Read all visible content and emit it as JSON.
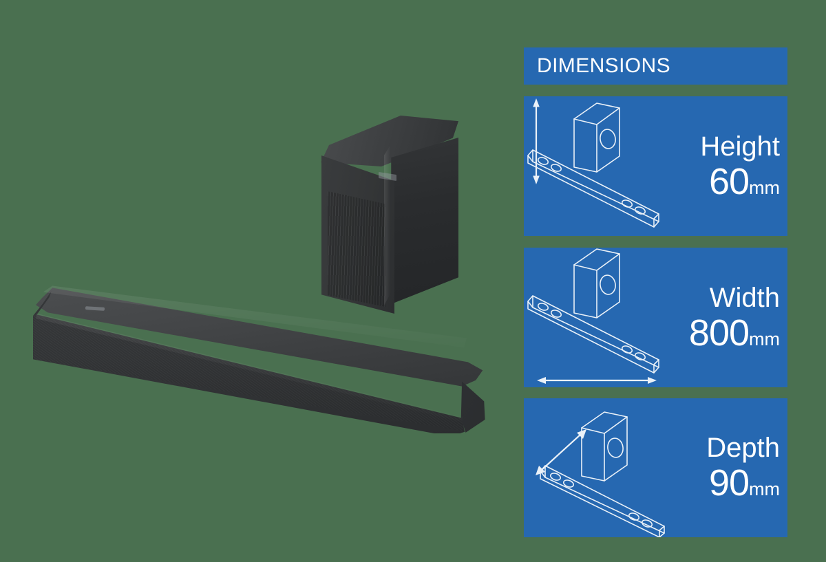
{
  "background_color": "#4a7050",
  "accent_color": "#2668b1",
  "text_color": "#ffffff",
  "panel": {
    "header": {
      "title": "DIMENSIONS"
    },
    "cards": [
      {
        "id": "height",
        "label": "Height",
        "value": "60",
        "unit": "mm",
        "arrow": "vertical-double-arrow",
        "icon": "soundbar-subwoofer-line-art"
      },
      {
        "id": "width",
        "label": "Width",
        "value": "800",
        "unit": "mm",
        "arrow": "horizontal-double-arrow",
        "icon": "soundbar-subwoofer-line-art"
      },
      {
        "id": "depth",
        "label": "Depth",
        "value": "90",
        "unit": "mm",
        "arrow": "diagonal-double-arrow",
        "icon": "soundbar-subwoofer-line-art"
      }
    ]
  },
  "product": {
    "soundbar": "soundbar-product-render",
    "subwoofer": "subwoofer-product-render"
  }
}
